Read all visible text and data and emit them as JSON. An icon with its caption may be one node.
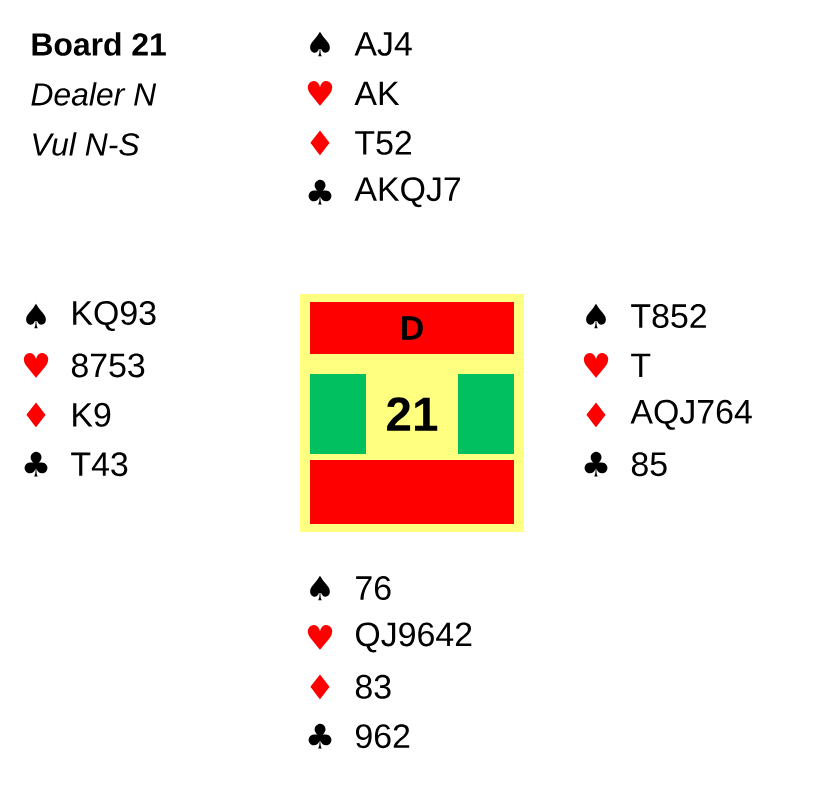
{
  "diagram": {
    "title": "Board 21",
    "nodes": [
      {
        "text": [
          "D",
          "21"
        ]
      }
    ],
    "labels": [
      "Dealer N",
      "Vul N-S",
      "♠",
      "AJ4",
      "♥",
      "AK",
      "♦",
      "T52",
      "♣",
      "AKQJ7",
      "♠",
      "KQ93",
      "♥",
      "8753",
      "♦",
      "K9",
      "♣",
      "T43",
      "♠",
      "T852",
      "♥",
      "T",
      "♦",
      "AQJ764",
      "♣",
      "85",
      "♠",
      "76",
      "♥",
      "QJ9642",
      "♦",
      "83",
      "♣",
      "962"
    ]
  }
}
